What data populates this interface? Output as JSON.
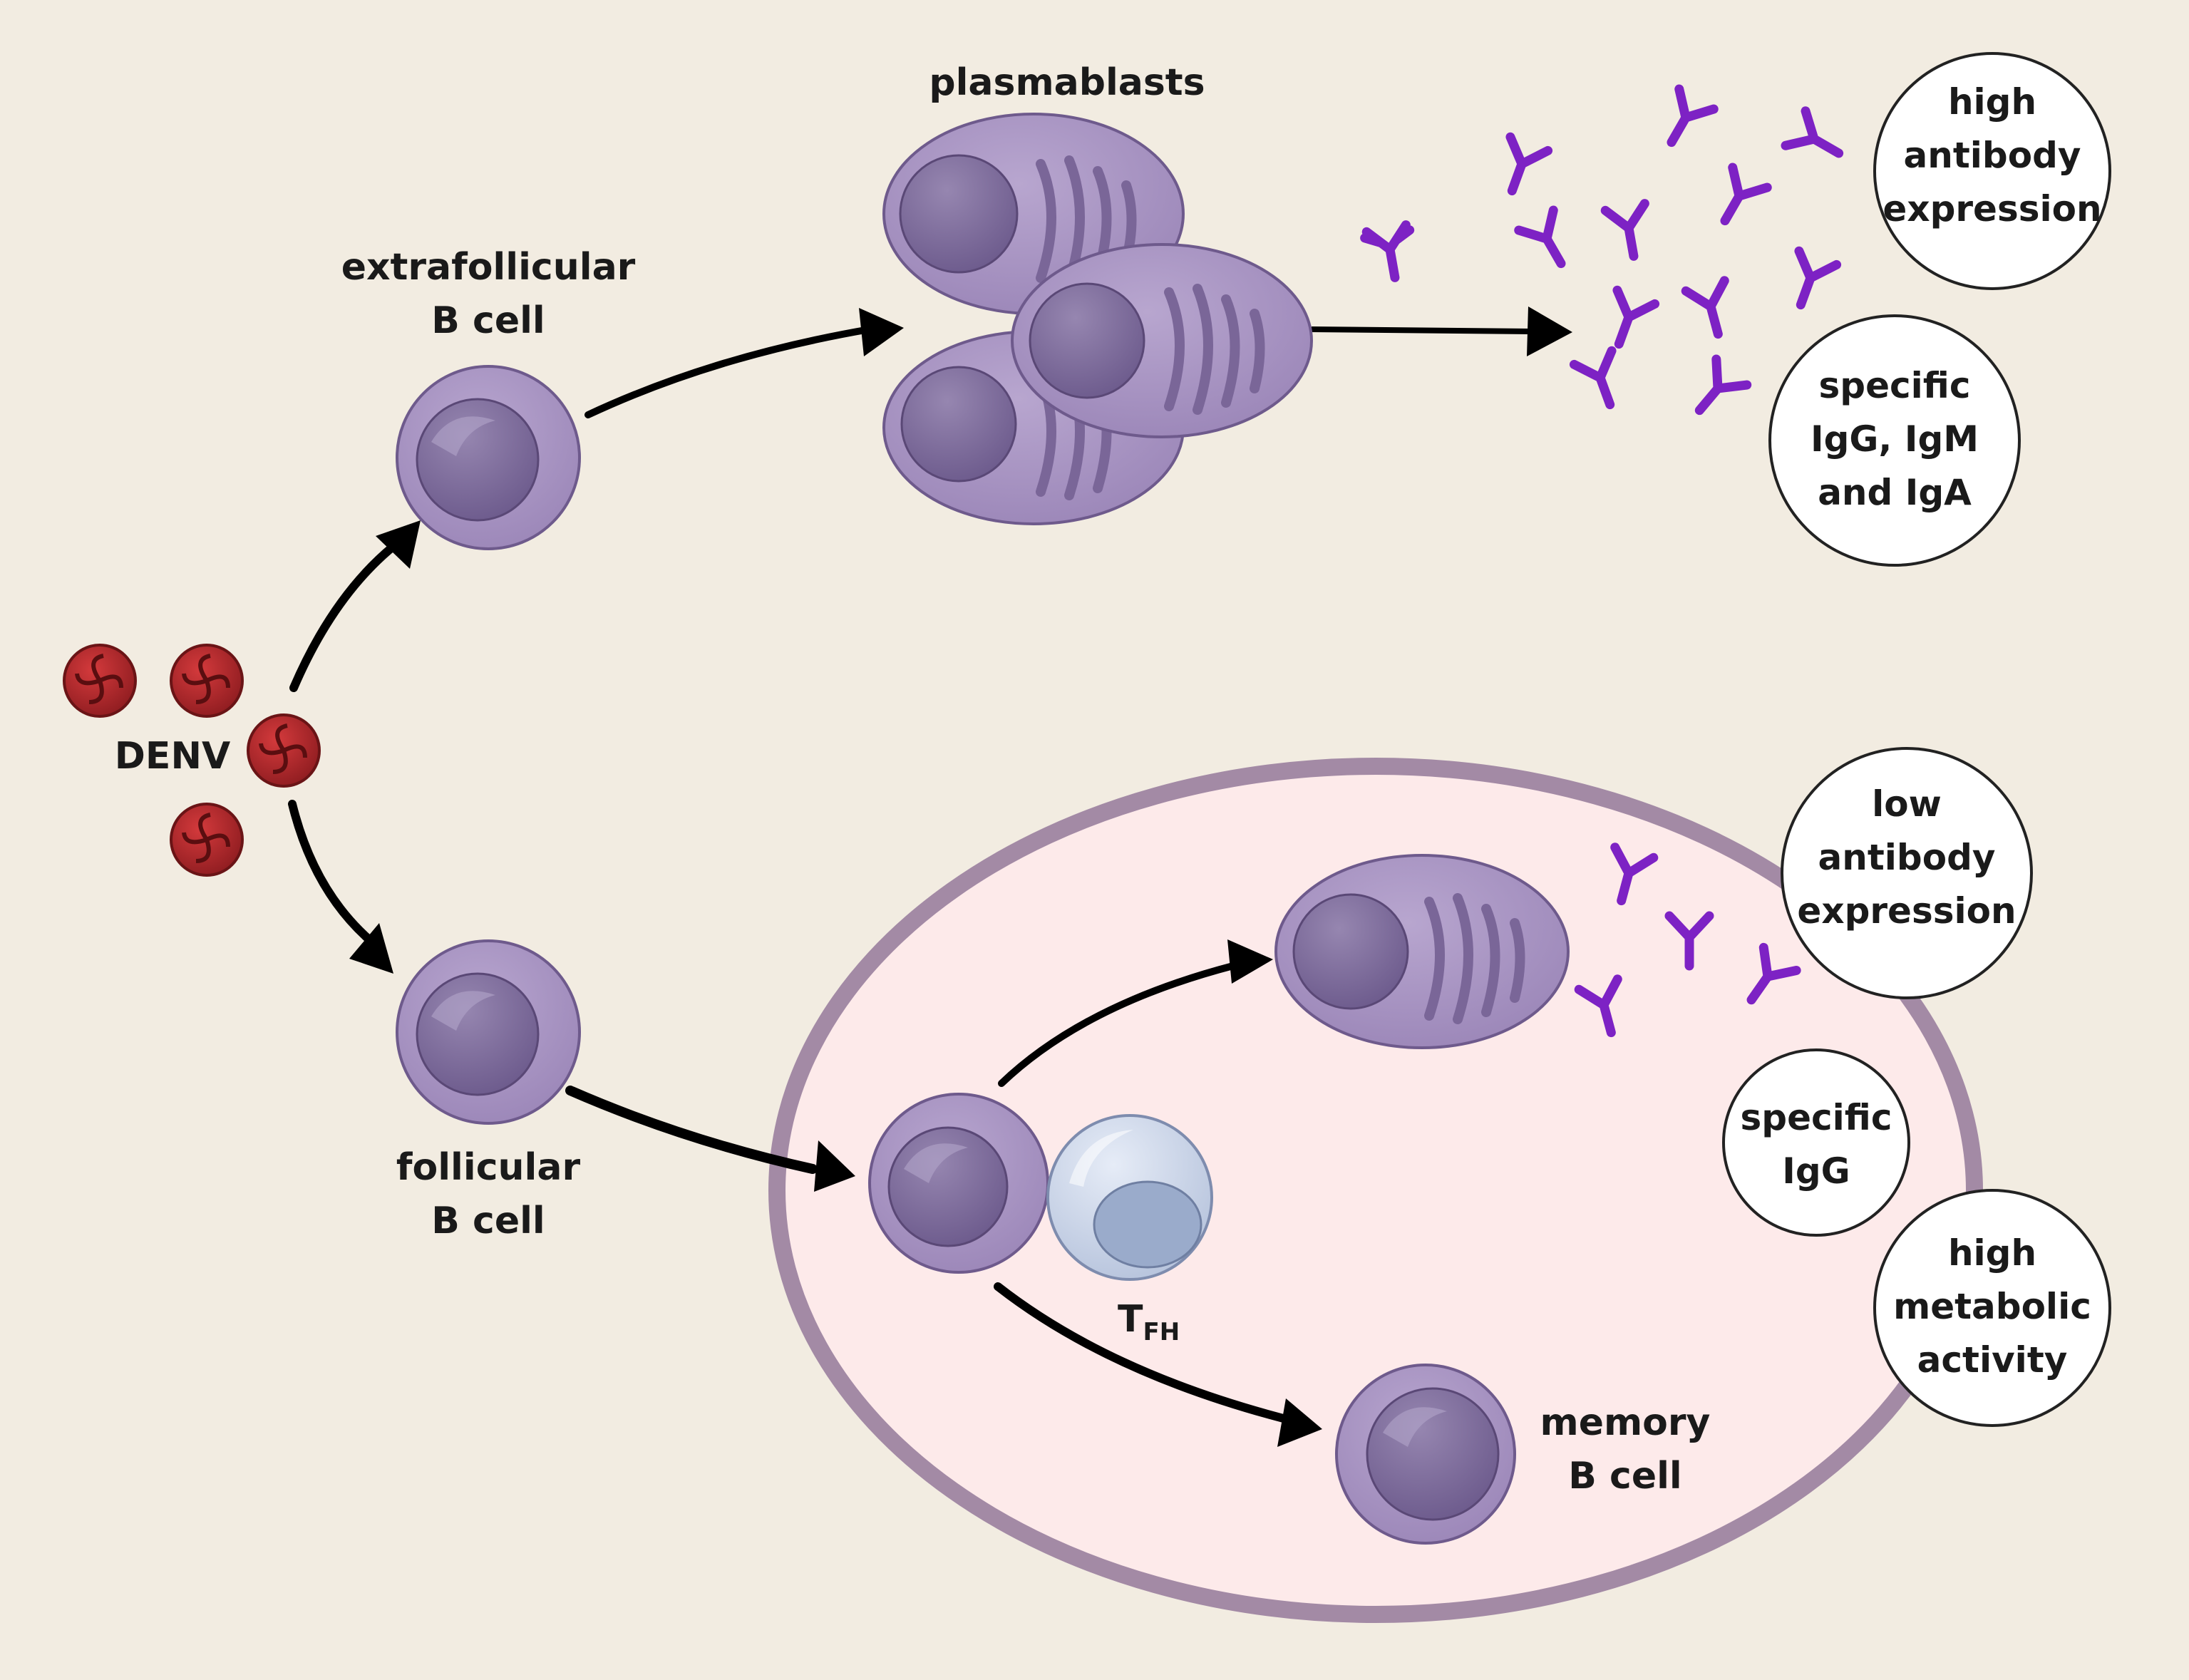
{
  "labels": {
    "plasmablasts": "plasmablasts",
    "extrafollicular_line1": "extrafollicular",
    "extrafollicular_line2": "B cell",
    "denv": "DENV",
    "follicular_line1": "follicular",
    "follicular_line2": "B cell",
    "tfh_main": "T",
    "tfh_sub": "FH",
    "memory_line1": "memory",
    "memory_line2": "B cell"
  },
  "circles": {
    "high_antibody": [
      "high",
      "antibody",
      "expression"
    ],
    "specific_igg_igm_iga": [
      "specific",
      "IgG, IgM",
      "and IgA"
    ],
    "low_antibody": [
      "low",
      "antibody",
      "expression"
    ],
    "specific_igg": [
      "specific",
      "IgG"
    ],
    "high_metabolic": [
      "high",
      "metabolic",
      "activity"
    ]
  },
  "colors": {
    "background": "#f2ece1",
    "cell_fill": "#a995c2",
    "cell_stroke": "#6e5a8c",
    "nucleus": "#7c6a9c",
    "germinal_center_fill": "#fdeaea",
    "germinal_center_ring": "#a38aa5",
    "antibody": "#7d22c4",
    "virus": "#b3262a",
    "tfh_fill": "#c8d3e8",
    "arrow": "#000000"
  }
}
